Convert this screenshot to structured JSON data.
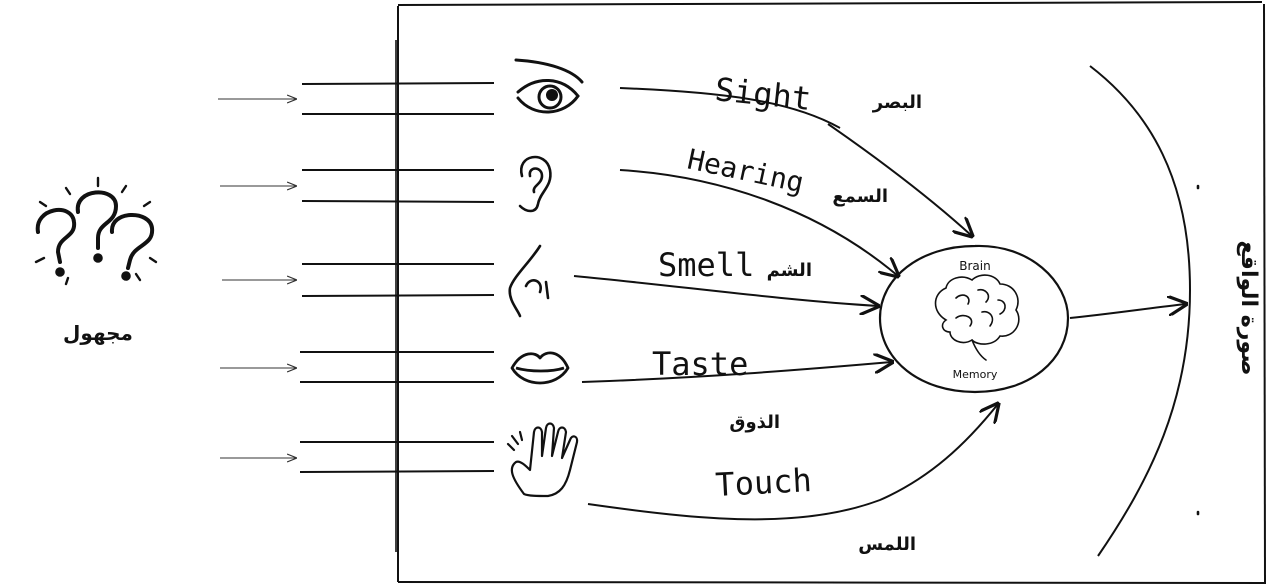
{
  "unknown": {
    "label": "مجهول"
  },
  "senses": [
    {
      "key": "sight",
      "en": "Sight",
      "ar": "البصر",
      "icon": "eye-icon"
    },
    {
      "key": "hearing",
      "en": "Hearing",
      "ar": "السمع",
      "icon": "ear-icon"
    },
    {
      "key": "smell",
      "en": "Smell",
      "ar": "الشم",
      "icon": "nose-icon"
    },
    {
      "key": "taste",
      "en": "Taste",
      "ar": "الذوق",
      "icon": "lips-icon"
    },
    {
      "key": "touch",
      "en": "Touch",
      "ar": "اللمس",
      "icon": "hand-icon"
    }
  ],
  "brain": {
    "top_label": "Brain",
    "bottom_label": "Memory"
  },
  "reality": {
    "label": "صورة الواقع"
  }
}
